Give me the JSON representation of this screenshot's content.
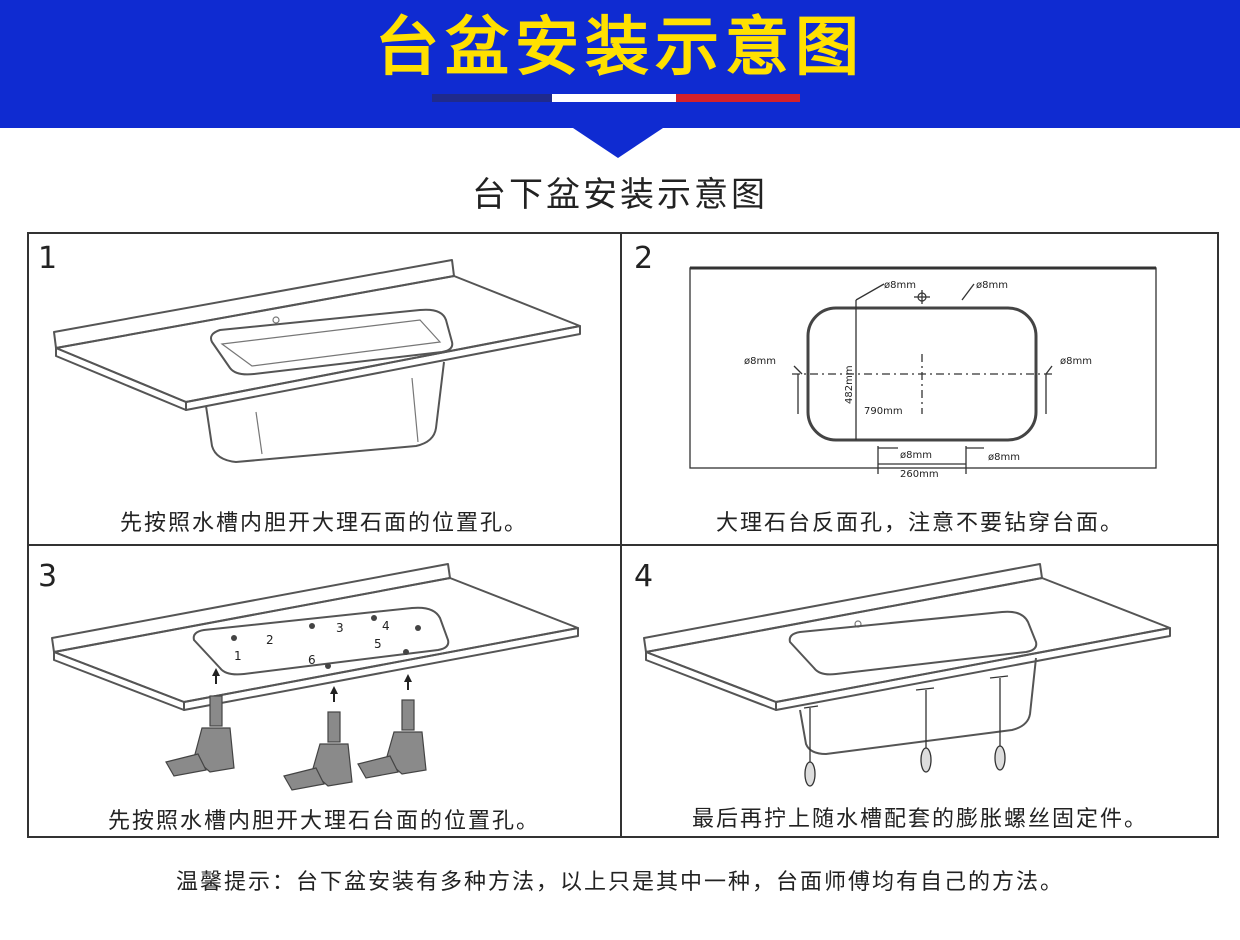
{
  "header": {
    "title": "台盆安装示意图",
    "stripe_colors": [
      "#1f2a8c",
      "#ffffff",
      "#d4202a"
    ],
    "banner_color": "#0f2bd1",
    "title_color": "#ffe000"
  },
  "subtitle": "台下盆安装示意图",
  "panels": [
    {
      "number": "1",
      "caption": "先按照水槽内胆开大理石面的位置孔。"
    },
    {
      "number": "2",
      "caption": "大理石台反面孔，注意不要钻穿台面。",
      "labels": {
        "hole_top_left": "ø8mm",
        "hole_top_right": "ø8mm",
        "hole_left": "ø8mm",
        "hole_right": "ø8mm",
        "hole_bottom_left": "ø8mm",
        "hole_bottom_right": "ø8mm",
        "width": "790mm",
        "height": "482mm",
        "bottom_spacing": "260mm"
      }
    },
    {
      "number": "3",
      "caption": "先按照水槽内胆开大理石台面的位置孔。",
      "markers": [
        "1",
        "2",
        "3",
        "4",
        "5",
        "6"
      ]
    },
    {
      "number": "4",
      "caption": "最后再拧上随水槽配套的膨胀螺丝固定件。"
    }
  ],
  "footnote": "温馨提示：台下盆安装有多种方法，以上只是其中一种，台面师傅均有自己的方法。"
}
